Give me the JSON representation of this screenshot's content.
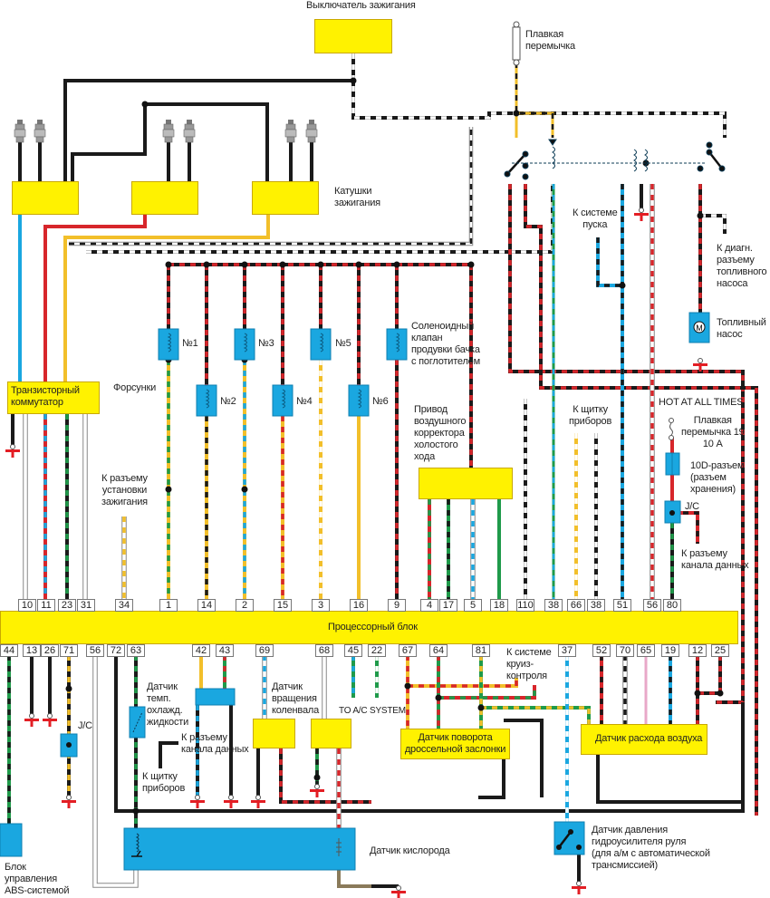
{
  "title": "Схема системы управления двигателем",
  "colors": {
    "component_yellow": "#fff200",
    "component_blue": "#1aa7e0",
    "ground_red": "#e31e24",
    "wire_black": "#1a1a1a",
    "wire_red": "#d7262b",
    "wire_blue": "#1aa7e0",
    "wire_yellow": "#f2bf2a",
    "wire_green": "#1f9a4a",
    "wire_white": "#ffffff",
    "wire_pink": "#e8a8c8",
    "wire_brown": "#8a7a5a"
  },
  "labels": {
    "ignition_switch": "Выключатель зажигания",
    "fusible_link": "Плавкая\nперемычка",
    "ignition_coils": "Катушки\nзажигания",
    "transistor_igniter": "Транзисторный\nкоммутатор",
    "injectors": "Форсунки",
    "inj_1": "№1",
    "inj_2": "№2",
    "inj_3": "№3",
    "inj_4": "№4",
    "inj_5": "№5",
    "inj_6": "№6",
    "purge_solenoid": "Соленоидный\nклапан\nпродувки бачка\nс поглотителем",
    "idle_air_actuator": "Привод\nвоздушного\nкорректора\nхолостого\nхода",
    "to_starting_system": "К системе\nпуска",
    "to_diag_fuel_pump": "К диагн.\nразъему\nтопливного\nнасоса",
    "fuel_pump": "Топливный\nнасос",
    "to_instrument_panel_top": "К щитку\nприборов",
    "hot_at_all_times": "HOT AT ALL TIMES",
    "fusible_link_19": "Плавкая\nперемычка 19\n10 А",
    "connector_10d": "10D-разъем\n(разъем\nхранения)",
    "jc_top": "J/C",
    "to_data_link_top": "К разъему\nканала данных",
    "to_timing_connector": "К разъему\nустановки\nзажигания",
    "ecu": "Процессорный блок",
    "coolant_temp_sensor": "Датчик\nтемп.\nохлажд.\nжидкости",
    "jc_bottom": "J/C",
    "to_data_link_bottom": "К разъему\nканала данных",
    "to_instrument_panel_bottom": "К щитку\nприборов",
    "crank_sensor": "Датчик\nвращения\nколенвала",
    "to_ac_system": "TO A/C SYSTEM",
    "to_cruise_control": "К системе\nкруиз-\nконтроля",
    "throttle_sensor": "Датчик поворота\nдроссельной заслонки",
    "maf_sensor": "Датчик расхода воздуха",
    "abs_unit": "Блок\nуправления\nABS-системой",
    "oxygen_sensor": "Датчик кислорода",
    "ps_pressure_switch": "Датчик давления\nгидроусилителя руля\n(для а/м с автоматической\nтрансмиссией)"
  },
  "ecu_pins_top": [
    "10",
    "11",
    "23",
    "31",
    "34",
    "1",
    "14",
    "2",
    "15",
    "3",
    "16",
    "9",
    "4",
    "17",
    "5",
    "18",
    "110",
    "38",
    "66",
    "38",
    "51",
    "56",
    "80"
  ],
  "ecu_pins_bottom": [
    "44",
    "13",
    "26",
    "71",
    "56",
    "72",
    "63",
    "42",
    "43",
    "69",
    "68",
    "45",
    "22",
    "67",
    "64",
    "81",
    "37",
    "52",
    "70",
    "65",
    "19",
    "12",
    "25"
  ],
  "icons": {
    "spark_plug": "spark-plug-icon",
    "ground": "ground-icon",
    "motor": "motor-icon",
    "fuse": "fuse-icon",
    "relay_switch": "relay-switch-icon",
    "coil": "coil-icon",
    "junction": "junction-dot-icon"
  },
  "motor_glyph": "M"
}
